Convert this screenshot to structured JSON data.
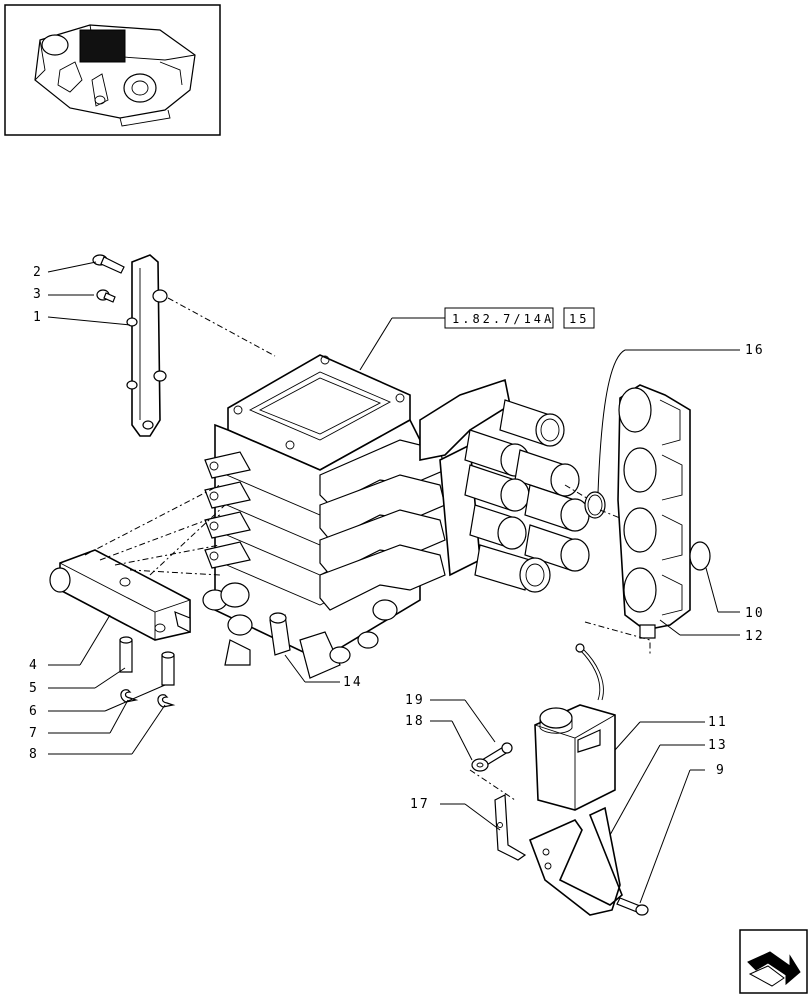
{
  "callouts": {
    "c1": "1",
    "c2": "2",
    "c3": "3",
    "c4": "4",
    "c5": "5",
    "c6": "6",
    "c7": "7",
    "c8": "8",
    "c9": "9",
    "c10": "10",
    "c11": "11",
    "c12": "12",
    "c13": "13",
    "c14": "14",
    "c16": "16",
    "c17": "17",
    "c18": "18",
    "c19": "19"
  },
  "references": {
    "ref_main": "1.82.7/14A",
    "ref_sub": "15"
  },
  "icons": {
    "thumbnail": "assembly-thumbnail-icon",
    "navigation": "next-page-arrow-icon"
  }
}
